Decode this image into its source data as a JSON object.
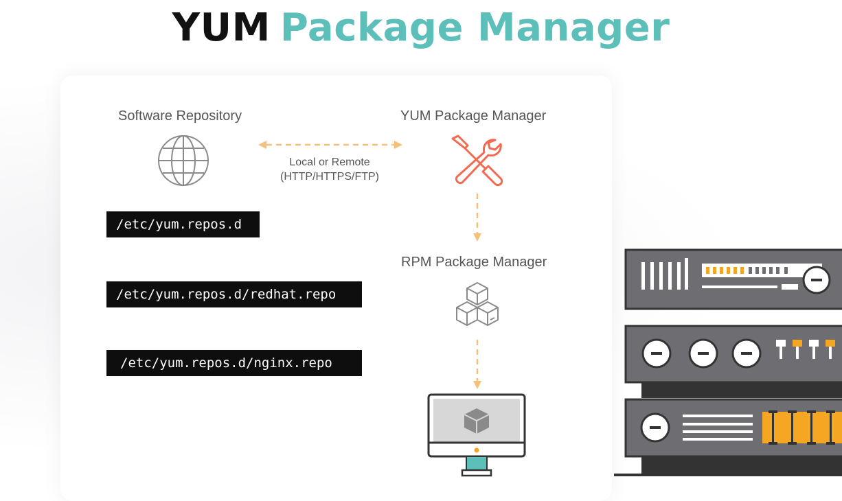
{
  "title": {
    "part1": "YUM",
    "part2": "Package Manager"
  },
  "diagram": {
    "software_repository_label": "Software Repository",
    "yum_label": "YUM Package Manager",
    "connection_label_line1": "Local or  Remote",
    "connection_label_line2": "(HTTP/HTTPS/FTP)",
    "rpm_label": "RPM Package Manager"
  },
  "repo_paths": [
    "/etc/yum.repos.d",
    "/etc/yum.repos.d/redhat.repo",
    "/etc/yum.repos.d/nginx.repo"
  ],
  "colors": {
    "accent": "#5cbfb9",
    "tools_icon": "#f26a4f",
    "arrow": "#f7c07a",
    "server_body": "#6d6d72",
    "server_highlight": "#f5a623"
  }
}
